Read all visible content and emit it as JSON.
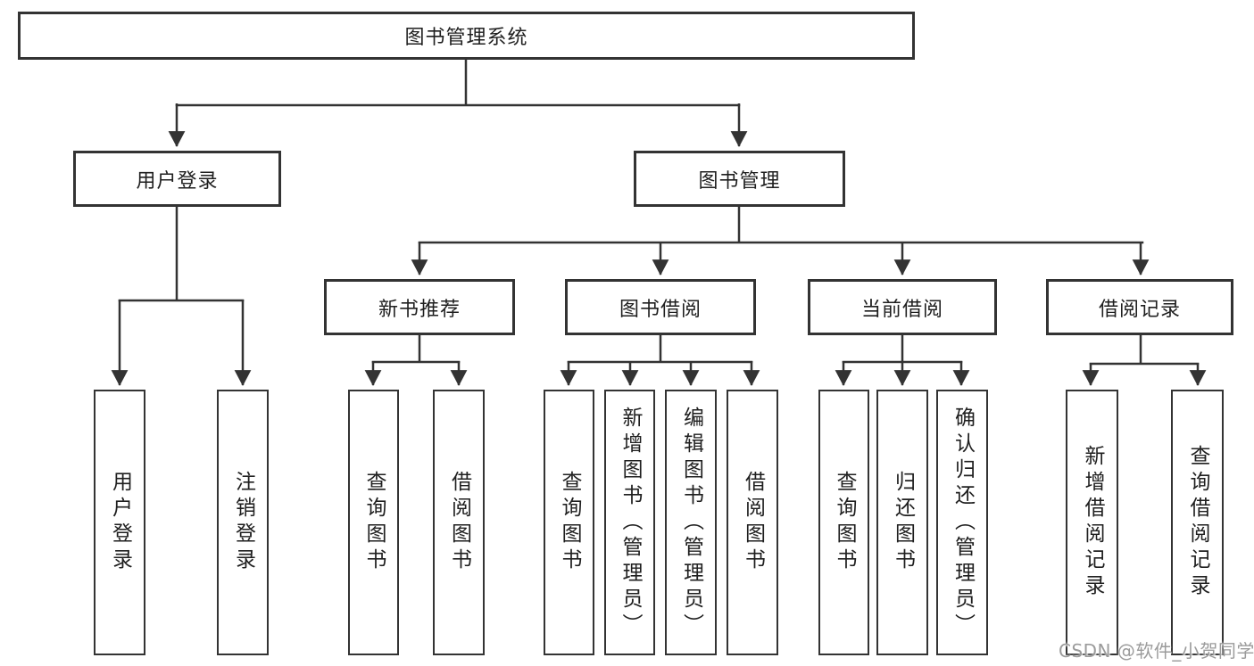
{
  "diagram": {
    "title": "图书管理系统",
    "root": "图书管理系统",
    "branches": [
      {
        "label": "用户登录",
        "leaves": [
          "用户登录",
          "注销登录"
        ]
      },
      {
        "label": "图书管理",
        "groups": [
          {
            "label": "新书推荐",
            "leaves": [
              "查询图书",
              "借阅图书"
            ]
          },
          {
            "label": "图书借阅",
            "leaves": [
              "查询图书",
              "新增图书（管理员）",
              "编辑图书（管理员）",
              "借阅图书"
            ]
          },
          {
            "label": "当前借阅",
            "leaves": [
              "查询图书",
              "归还图书",
              "确认归还（管理员）"
            ]
          },
          {
            "label": "借阅记录",
            "leaves": [
              "新增借阅记录",
              "查询借阅记录"
            ]
          }
        ]
      }
    ]
  },
  "watermark": {
    "text": "CSDN @软件_小贺同学"
  },
  "colors": {
    "line": "#333333",
    "text": "#1f1f1f",
    "watermark": "#9b9b9b",
    "background": "#ffffff"
  }
}
